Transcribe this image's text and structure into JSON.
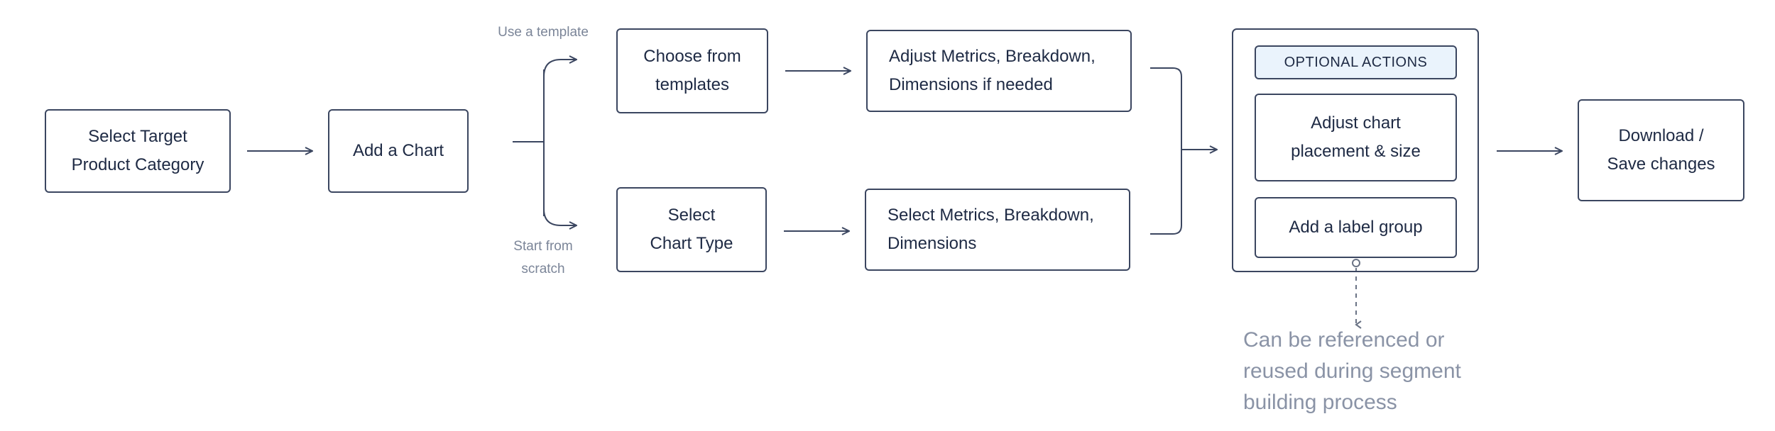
{
  "nodes": {
    "select_category": "Select Target\nProduct Category",
    "add_chart": "Add a Chart",
    "choose_templates": "Choose from\ntemplates",
    "adjust_metrics": "Adjust Metrics, Breakdown,\nDimensions if needed",
    "select_chart_type": "Select\nChart Type",
    "select_metrics": "Select Metrics, Breakdown,\nDimensions",
    "optional_header": "OPTIONAL ACTIONS",
    "adjust_placement": "Adjust chart\nplacement & size",
    "add_label_group": "Add a label group",
    "download_save": "Download /\nSave changes"
  },
  "branch_labels": {
    "template": "Use a template",
    "scratch": "Start from\nscratch"
  },
  "note": "Can be referenced or\nreused during segment\nbuilding process"
}
